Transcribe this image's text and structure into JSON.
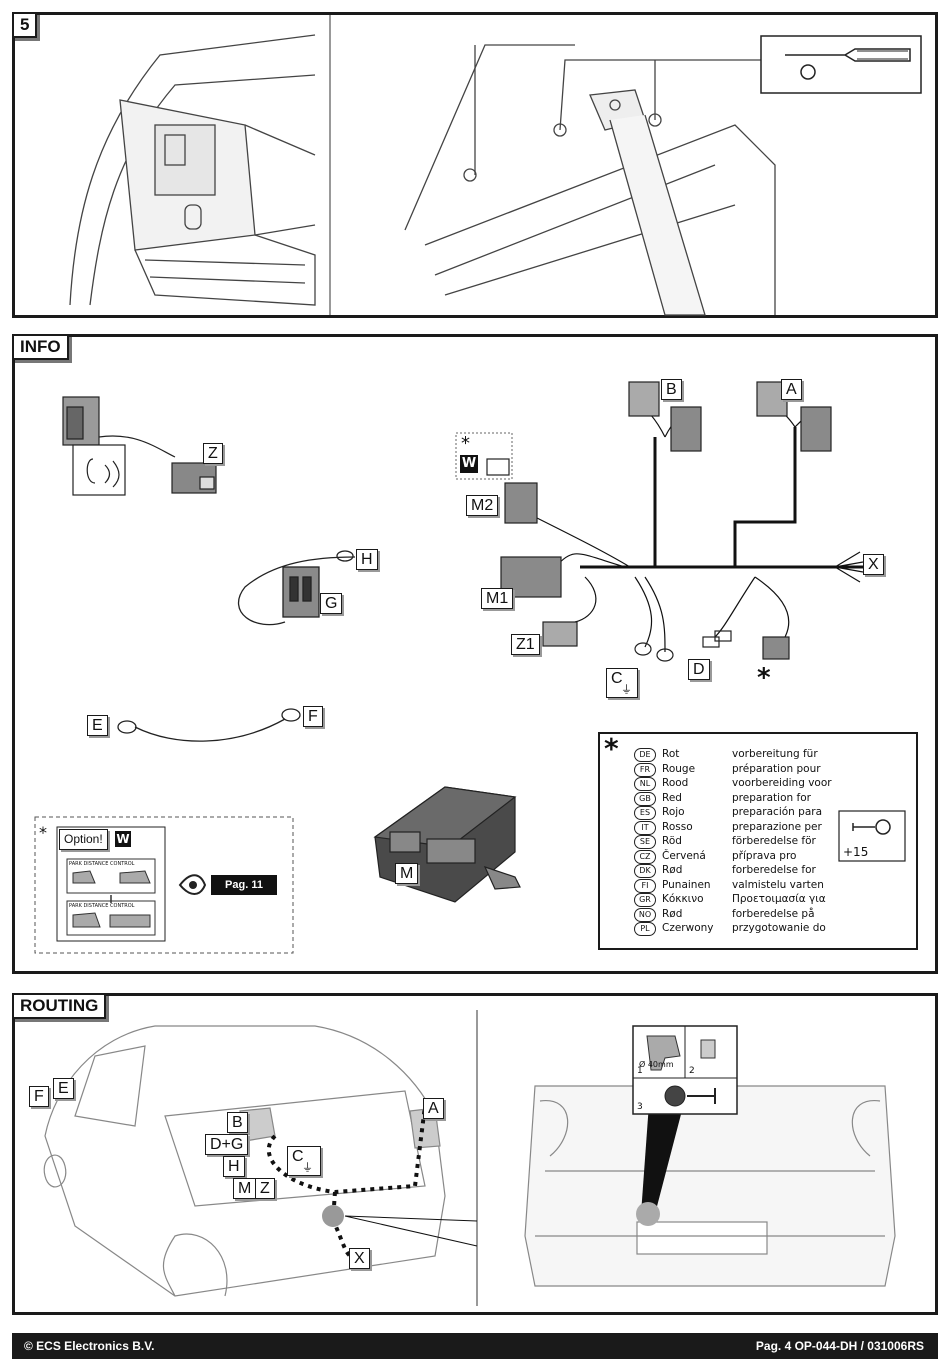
{
  "step5": {
    "number": "5"
  },
  "info": {
    "title": "INFO",
    "labels": {
      "Z": "Z",
      "H": "H",
      "G": "G",
      "E": "E",
      "F": "F",
      "M": "M",
      "B": "B",
      "A": "A",
      "X": "X",
      "W": "W",
      "M2": "M2",
      "M1": "M1",
      "Z1": "Z1",
      "C": "C",
      "D": "D"
    },
    "asterisk": "*",
    "option_label": "Option!",
    "option_w": "W",
    "park_control_1": "PARK DISTANCE CONTROL",
    "park_control_2": "PARK DISTANCE CONTROL",
    "page_ref": "Pag. 11",
    "key_label": "+15",
    "legend": [
      {
        "code": "DE",
        "color": "Rot",
        "prep": "vorbereitung für"
      },
      {
        "code": "FR",
        "color": "Rouge",
        "prep": "préparation pour"
      },
      {
        "code": "NL",
        "color": "Rood",
        "prep": "voorbereiding voor"
      },
      {
        "code": "GB",
        "color": "Red",
        "prep": "preparation for"
      },
      {
        "code": "ES",
        "color": "Rojo",
        "prep": "preparación para"
      },
      {
        "code": "IT",
        "color": "Rosso",
        "prep": "preparazione per"
      },
      {
        "code": "SE",
        "color": "Röd",
        "prep": "förberedelse för"
      },
      {
        "code": "CZ",
        "color": "Červená",
        "prep": "příprava pro"
      },
      {
        "code": "DK",
        "color": "Rød",
        "prep": "forberedelse for"
      },
      {
        "code": "FI",
        "color": "Punainen",
        "prep": "valmistelu varten"
      },
      {
        "code": "GR",
        "color": "Κόκκινο",
        "prep": "Προετοιμασία για"
      },
      {
        "code": "NO",
        "color": "Rød",
        "prep": "forberedelse på"
      },
      {
        "code": "PL",
        "color": "Czerwony",
        "prep": "przygotowanie do"
      }
    ]
  },
  "routing": {
    "title": "ROUTING",
    "labels": {
      "F": "F",
      "E": "E",
      "B": "B",
      "DG": "D+G",
      "H": "H",
      "C": "C",
      "M": "M",
      "Z": "Z",
      "A": "A",
      "X": "X"
    },
    "drill_size": "Ø 40mm",
    "steps": [
      "1",
      "2",
      "3"
    ]
  },
  "footer": {
    "left": "© ECS Electronics B.V.",
    "right": "Pag. 4  OP-044-DH  / 031006RS"
  }
}
